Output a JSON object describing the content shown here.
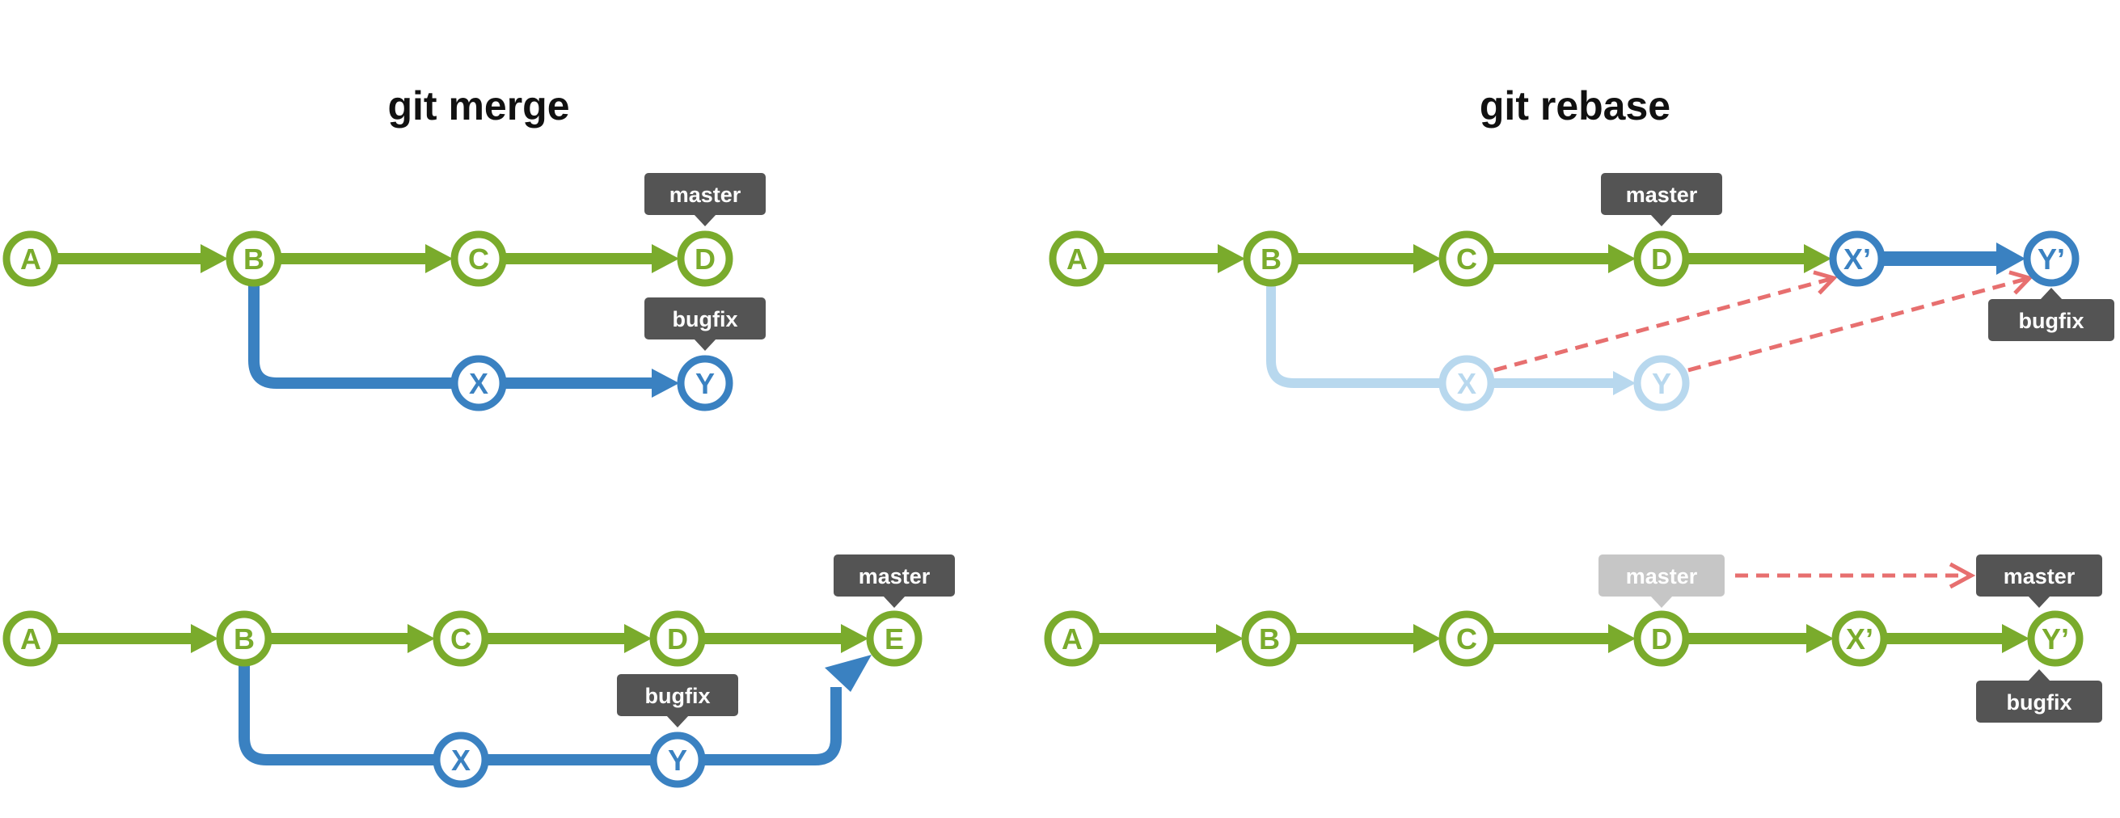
{
  "titles": {
    "merge": "git merge",
    "rebase": "git rebase"
  },
  "colors": {
    "green": "#7aab2c",
    "blue": "#3a81c1",
    "blue_faded": "#b8d8ee",
    "tag": "#545454",
    "tag_faded": "#c6c6c6",
    "dashed": "#e76f6f"
  },
  "merge_before": {
    "master_commits": [
      "A",
      "B",
      "C",
      "D"
    ],
    "branch_commits": [
      "X",
      "Y"
    ],
    "master_tag": "master",
    "bugfix_tag": "bugfix"
  },
  "merge_after": {
    "master_commits": [
      "A",
      "B",
      "C",
      "D",
      "E"
    ],
    "branch_commits": [
      "X",
      "Y"
    ],
    "master_tag": "master",
    "bugfix_tag": "bugfix"
  },
  "rebase_before": {
    "master_commits": [
      "A",
      "B",
      "C",
      "D"
    ],
    "rebased_commits": [
      "X’",
      "Y’"
    ],
    "faded_commits": [
      "X",
      "Y"
    ],
    "master_tag": "master",
    "bugfix_tag": "bugfix"
  },
  "rebase_after": {
    "commits": [
      "A",
      "B",
      "C",
      "D",
      "X’",
      "Y’"
    ],
    "old_master_tag": "master",
    "master_tag": "master",
    "bugfix_tag": "bugfix"
  }
}
